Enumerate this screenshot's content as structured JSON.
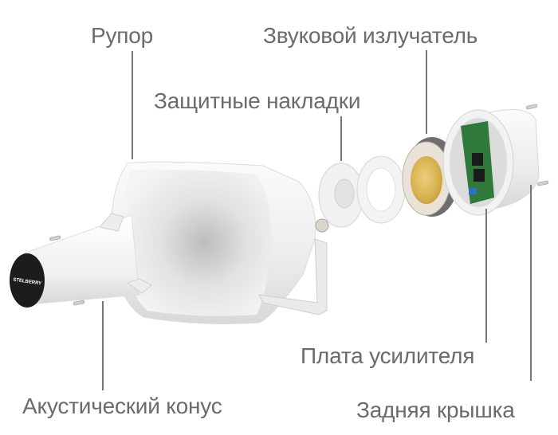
{
  "diagram": {
    "type": "exploded-view",
    "subject": "horn loudspeaker",
    "brand_mark": "STELBERRY",
    "background": "#ffffff",
    "label_color": "#6b6b6b",
    "leader_color": "#777777"
  },
  "labels": {
    "horn": "Рупор",
    "driver": "Звуковой излучатель",
    "protective_covers": "Защитные накладки",
    "amplifier_board": "Плата усилителя",
    "rear_cover": "Задняя крышка",
    "acoustic_cone": "Акустический конус"
  },
  "parts": [
    {
      "id": "acoustic_cone",
      "label_key": "acoustic_cone"
    },
    {
      "id": "horn",
      "label_key": "horn"
    },
    {
      "id": "protective_covers",
      "label_key": "protective_covers"
    },
    {
      "id": "driver",
      "label_key": "driver"
    },
    {
      "id": "amplifier_board",
      "label_key": "amplifier_board"
    },
    {
      "id": "rear_cover",
      "label_key": "rear_cover"
    }
  ]
}
